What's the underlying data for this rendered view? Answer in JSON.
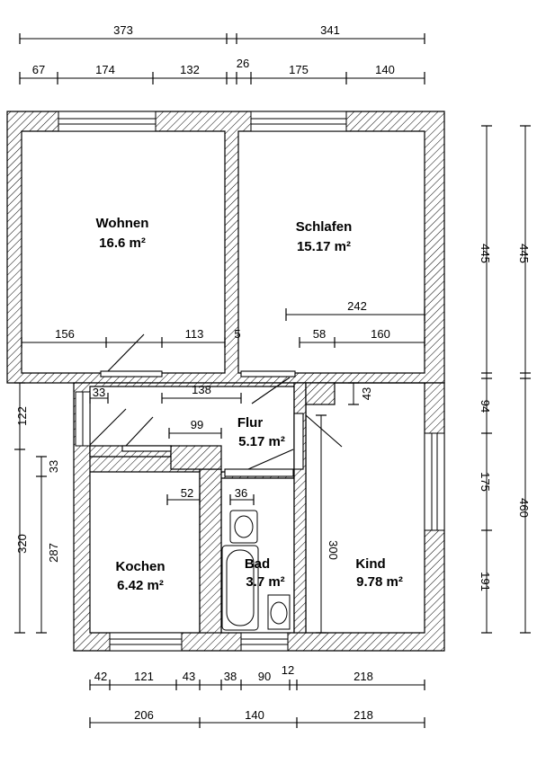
{
  "rooms": {
    "wohnen": {
      "name": "Wohnen",
      "area": "16.6 m²"
    },
    "schlafen": {
      "name": "Schlafen",
      "area": "15.17 m²"
    },
    "flur": {
      "name": "Flur",
      "area": "5.17 m²"
    },
    "kochen": {
      "name": "Kochen",
      "area": "6.42 m²"
    },
    "bad": {
      "name": "Bad",
      "area": "3.7 m²"
    },
    "kind": {
      "name": "Kind",
      "area": "9.78 m²"
    }
  },
  "dimensions": {
    "top_total_left": "373",
    "top_total_right": "341",
    "top_d1": "67",
    "top_d2": "174",
    "top_d3": "132",
    "top_d4": "26",
    "top_d5": "175",
    "top_d6": "140",
    "right_outer_top": "445",
    "right_outer_bottom": "460",
    "right_inner_top": "445",
    "right_inner_94": "94",
    "right_inner_175": "175",
    "right_inner_191": "191",
    "left_122": "122",
    "left_320": "320",
    "left_33": "33",
    "left_287": "287",
    "wohnen_156": "156",
    "wohnen_113": "113",
    "wall_5": "5",
    "schlafen_242": "242",
    "schlafen_58": "58",
    "schlafen_160": "160",
    "flur_33": "33",
    "flur_138": "138",
    "flur_99": "99",
    "kind_43": "43",
    "kochen_52": "52",
    "bad_36": "36",
    "kind_300": "300",
    "bottom_42": "42",
    "bottom_121": "121",
    "bottom_43": "43",
    "bottom_38": "38",
    "bottom_90": "90",
    "bottom_12": "12",
    "bottom_218a": "218",
    "bottom_206": "206",
    "bottom_140": "140",
    "bottom_218b": "218"
  }
}
